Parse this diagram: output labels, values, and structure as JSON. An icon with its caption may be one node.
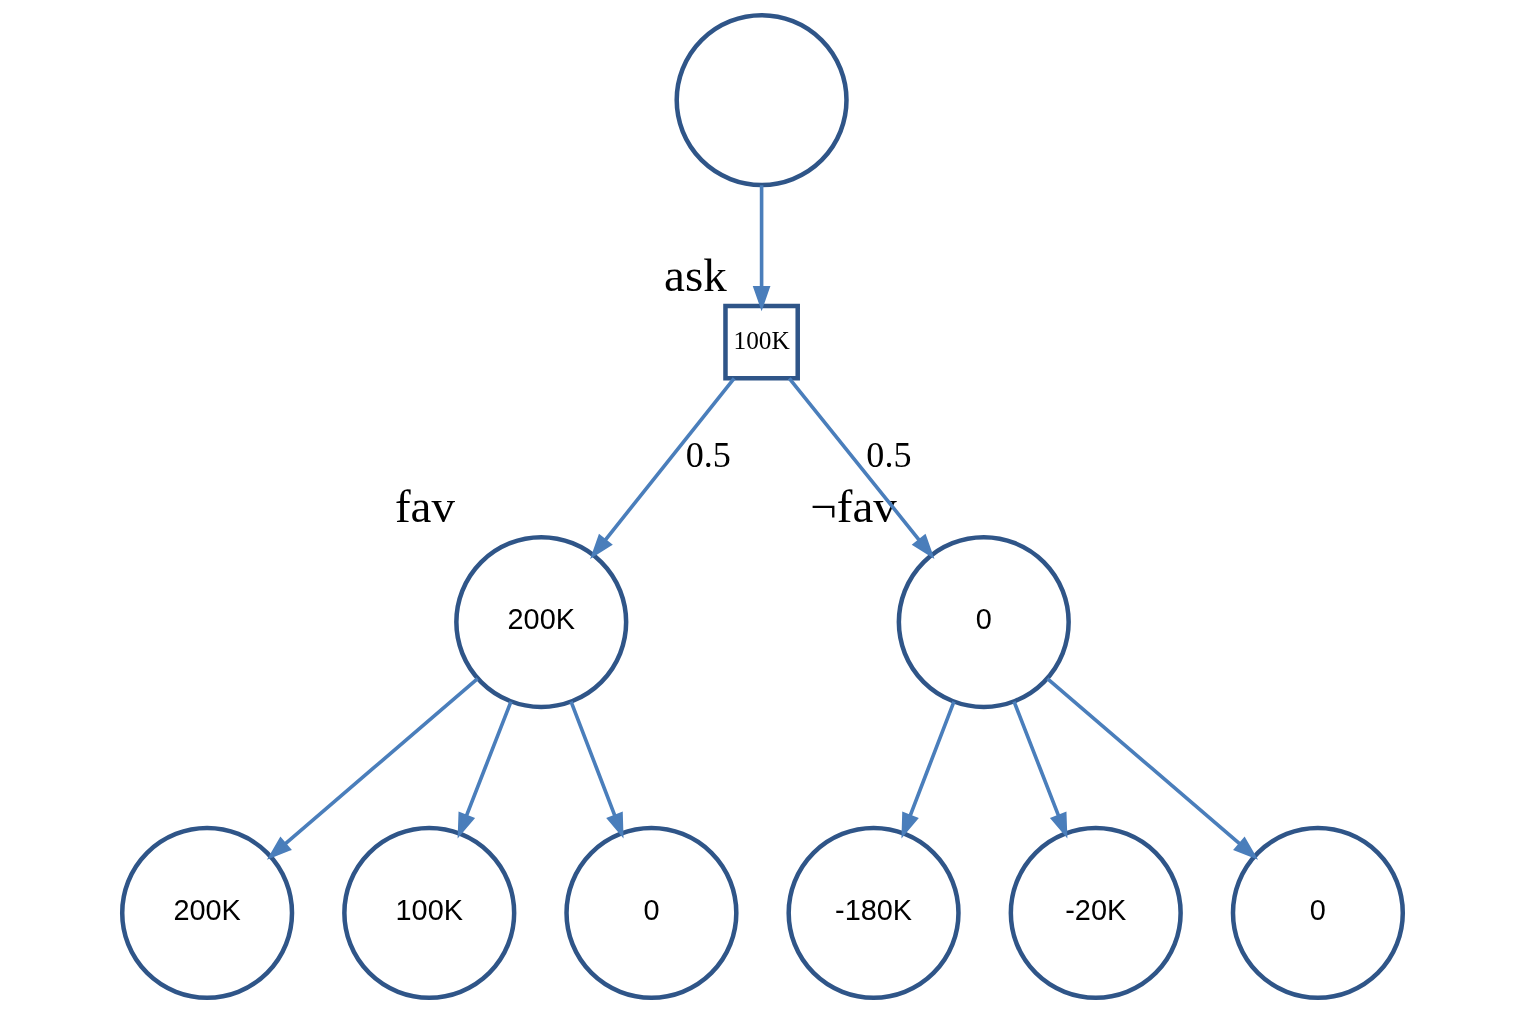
{
  "diagram": {
    "nodes": [
      {
        "text": [],
        "shape": "circle"
      },
      {
        "text": [
          "100K"
        ],
        "beside": [
          "ask"
        ]
      },
      {
        "text": [
          "200K"
        ],
        "beside": [
          "fav"
        ]
      },
      {
        "text": [
          "0"
        ],
        "beside": [
          "¬fav"
        ]
      },
      {
        "text": [
          "200K"
        ]
      },
      {
        "text": [
          "100K"
        ]
      },
      {
        "text": [
          "0"
        ]
      },
      {
        "text": [
          "-180K"
        ]
      },
      {
        "text": [
          "-20K"
        ]
      },
      {
        "text": [
          "0"
        ]
      }
    ],
    "edges": [
      {
        "from": 0,
        "to": 1,
        "arrow": "to"
      },
      {
        "from": 1,
        "to": 2,
        "arrow": "to",
        "label": "0.5"
      },
      {
        "from": 1,
        "to": 3,
        "arrow": "to",
        "label": "0.5"
      },
      {
        "from": 2,
        "to": 4,
        "arrow": "to"
      },
      {
        "from": 2,
        "to": 5,
        "arrow": "to"
      },
      {
        "from": 2,
        "to": 6,
        "arrow": "to"
      },
      {
        "from": 3,
        "to": 7,
        "arrow": "to"
      },
      {
        "from": 3,
        "to": 8,
        "arrow": "to"
      },
      {
        "from": 3,
        "to": 9,
        "arrow": "to"
      }
    ]
  }
}
